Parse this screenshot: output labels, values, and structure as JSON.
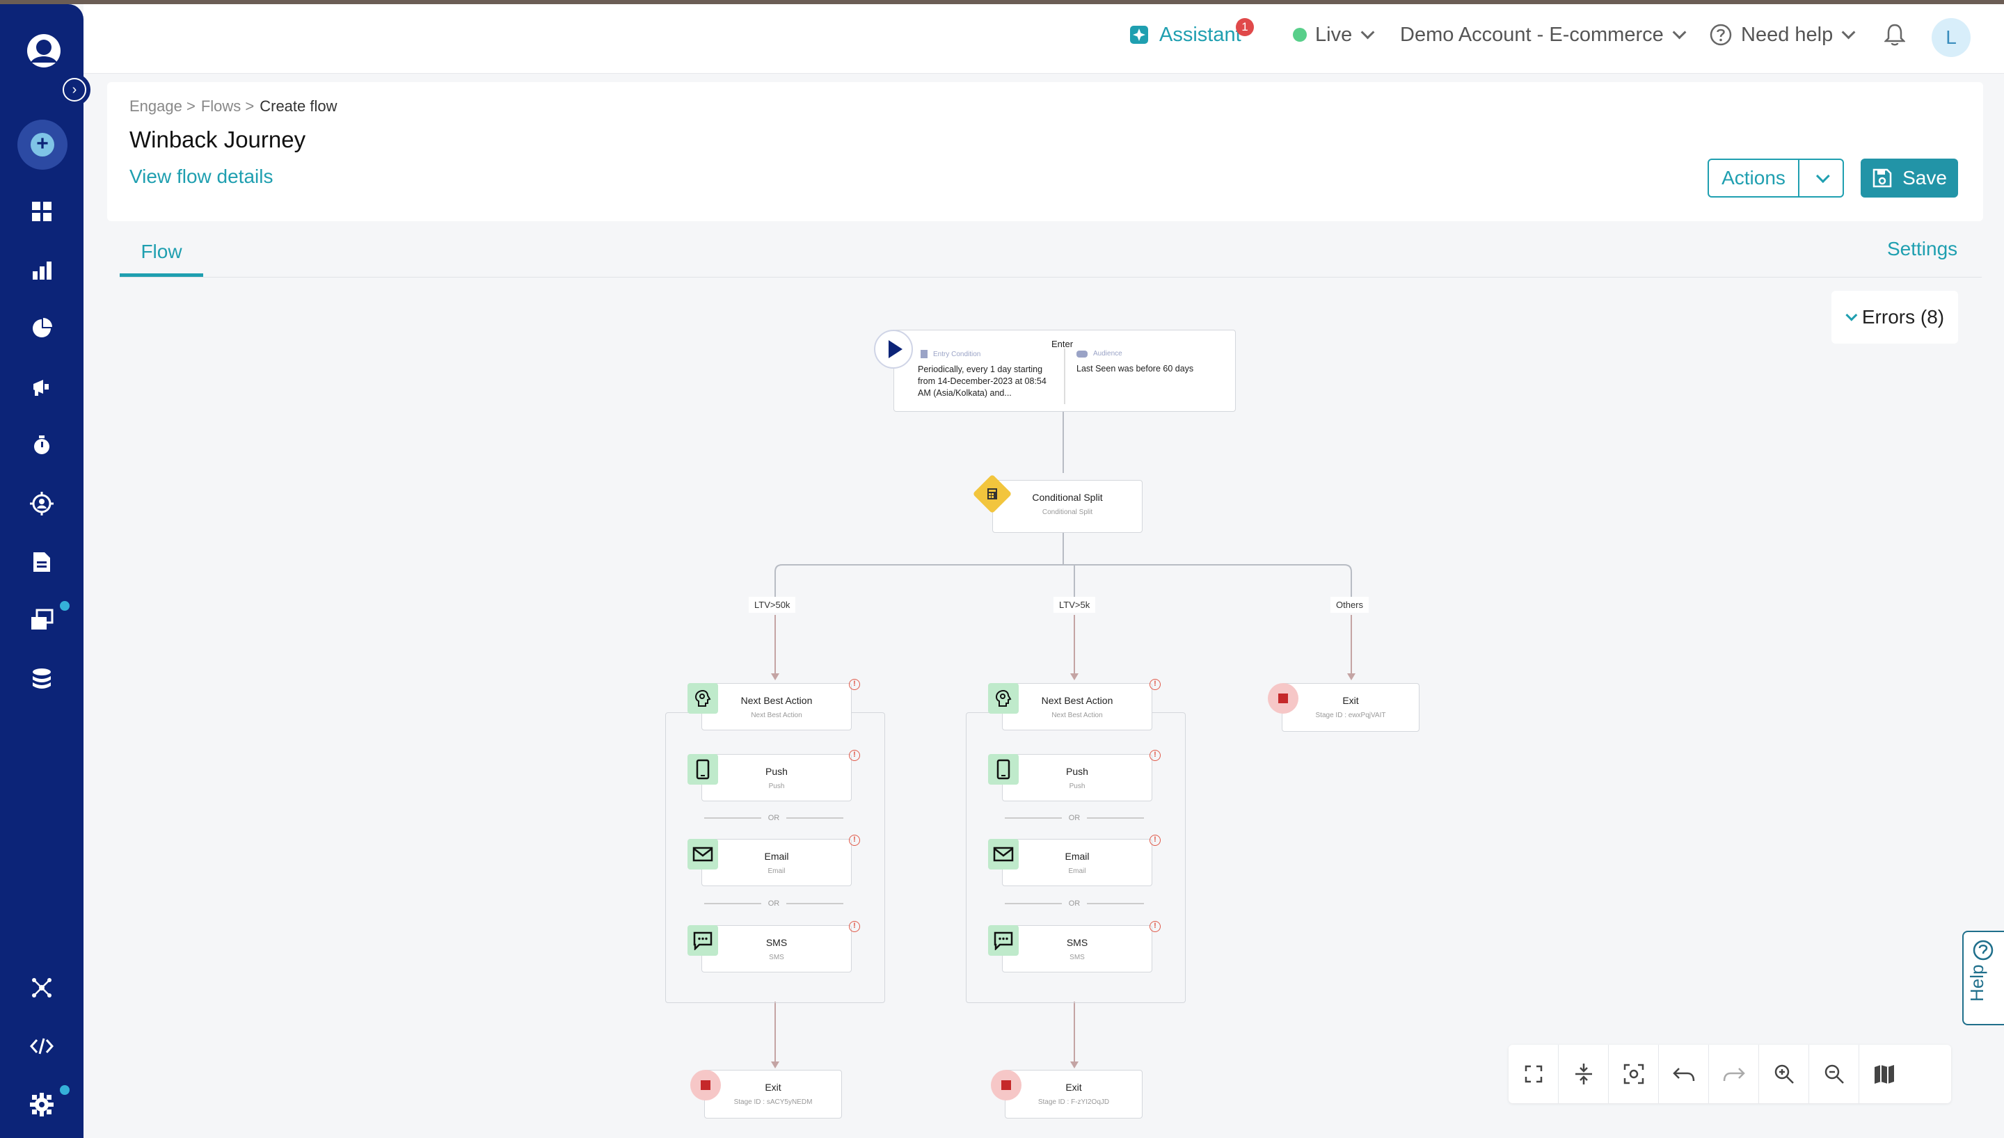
{
  "topbar": {
    "assistant_label": "Assistant",
    "assistant_badge": "1",
    "env_label": "Live",
    "account_label": "Demo Account - E-commerce",
    "help_label": "Need help",
    "avatar_initial": "L"
  },
  "breadcrumb": {
    "items": [
      "Engage >",
      "Flows >"
    ],
    "current": "Create flow"
  },
  "page": {
    "title": "Winback Journey",
    "details_link": "View flow details"
  },
  "actions": {
    "actions_label": "Actions",
    "save_label": "Save"
  },
  "tabs": {
    "flow": "Flow",
    "settings": "Settings"
  },
  "errors": {
    "label": "Errors (8)"
  },
  "flow": {
    "entry": {
      "enter_label": "Enter",
      "entry_condition_key": "Entry Condition",
      "entry_condition_value": "Periodically, every 1 day starting from 14-December-2023 at 08:54 AM (Asia/Kolkata) and...",
      "audience_key": "Audience",
      "audience_value": "Last Seen was before 60 days"
    },
    "split": {
      "title": "Conditional Split",
      "subtitle": "Conditional Split"
    },
    "branches": [
      "LTV>50k",
      "LTV>5k",
      "Others"
    ],
    "or_label": "OR",
    "nba": {
      "title": "Next Best Action",
      "subtitle": "Next Best Action"
    },
    "push": {
      "title": "Push",
      "subtitle": "Push"
    },
    "email": {
      "title": "Email",
      "subtitle": "Email"
    },
    "sms": {
      "title": "SMS",
      "subtitle": "SMS"
    },
    "exit_title": "Exit",
    "exit_stage_1": "Stage ID : sACY5yNEDM",
    "exit_stage_2": "Stage ID : F-zYI2OqJD",
    "exit_stage_3": "Stage ID : ewxPqjVAIT"
  },
  "help_tab": "Help",
  "colors": {
    "sidebar": "#0c2478",
    "accent": "#1f9fb0",
    "save": "#2294a7",
    "error": "#e05a4a",
    "exit": "#c5282a",
    "node_icon_bg": "#bfeacb",
    "split_icon": "#f2c53d"
  }
}
